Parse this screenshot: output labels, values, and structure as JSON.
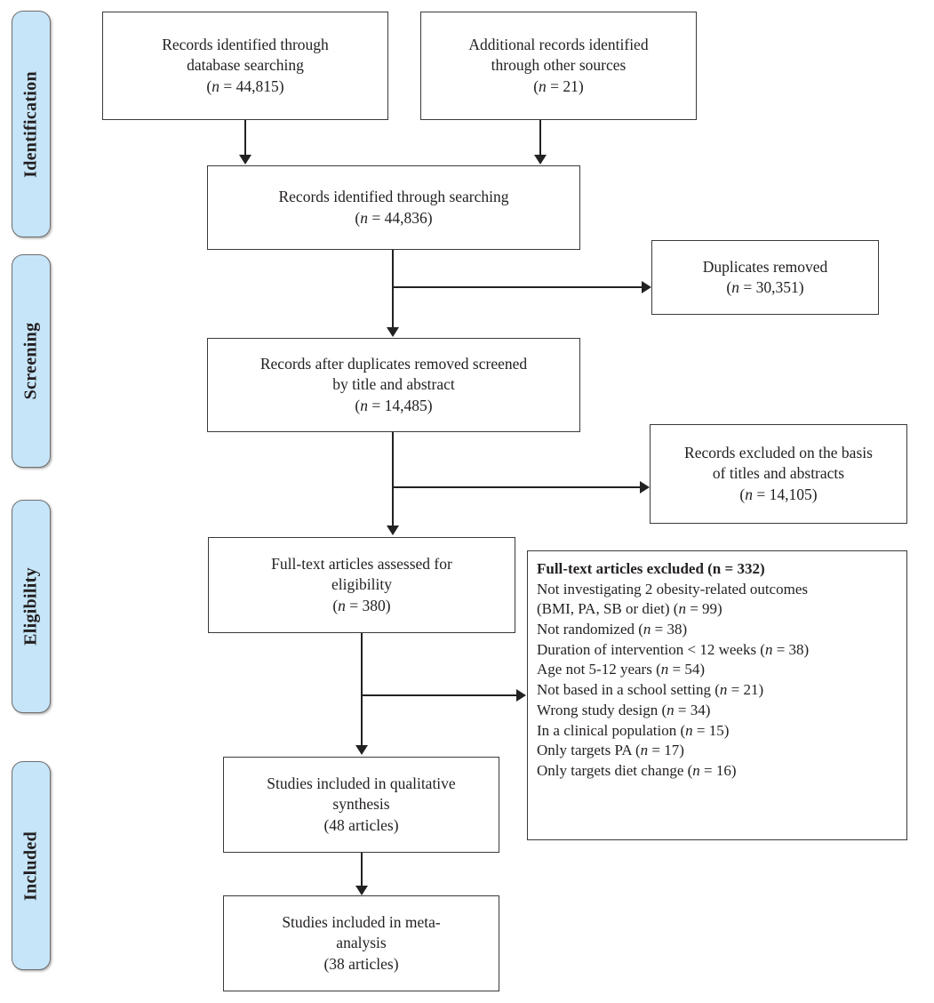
{
  "diagram": {
    "title": "PRISMA flow diagram",
    "accent_color": "#c6e5f8",
    "border_color": "#3a3a3a",
    "connector_color": "#222222"
  },
  "phases": [
    {
      "id": "identification",
      "label": "Identification"
    },
    {
      "id": "screening",
      "label": "Screening"
    },
    {
      "id": "eligibility",
      "label": "Eligibility"
    },
    {
      "id": "included",
      "label": "Included"
    }
  ],
  "boxes": {
    "database_search": {
      "line1": "Records identified through",
      "line2": "database searching",
      "n_prefix": "(",
      "n_symbol": "n",
      "n_value": " = 44,815)"
    },
    "other_sources": {
      "line1": "Additional records identified",
      "line2": "through other sources",
      "n_prefix": "(",
      "n_symbol": "n",
      "n_value": " = 21)"
    },
    "identified_searching": {
      "line1": "Records identified through searching",
      "n_prefix": "(",
      "n_symbol": "n",
      "n_value": " = 44,836)"
    },
    "duplicates_removed": {
      "line1": "Duplicates removed",
      "n_prefix": "(",
      "n_symbol": "n",
      "n_value": " = 30,351)"
    },
    "screened": {
      "line1": "Records after duplicates removed screened",
      "line2": "by title and abstract",
      "n_prefix": "(",
      "n_symbol": "n",
      "n_value": " = 14,485)"
    },
    "excluded_titles": {
      "line1": "Records excluded on the basis",
      "line2": "of titles and abstracts",
      "n_prefix": "(",
      "n_symbol": "n",
      "n_value": " = 14,105)"
    },
    "fulltext_assessed": {
      "line1": "Full-text articles assessed for",
      "line2": "eligibility",
      "n_prefix": "(",
      "n_symbol": "n",
      "n_value": " = 380)"
    },
    "qualitative_synthesis": {
      "line1": "Studies included in qualitative",
      "line2": "synthesis",
      "n_value": "(48 articles)"
    },
    "meta_analysis": {
      "line1": "Studies included in meta-",
      "line2": "analysis",
      "n_value": "(38 articles)"
    }
  },
  "exclusions": {
    "heading": "Full-text articles excluded (n = 332)",
    "items": [
      {
        "text_a": "Not investigating 2 obesity-related outcomes",
        "text_b": "",
        "n_symbol": "",
        "n_value": ""
      },
      {
        "text_a": "(BMI, PA, SB or diet) (",
        "text_b": "",
        "n_symbol": "n",
        "n_value": " = 99)"
      },
      {
        "text_a": "Not randomized (",
        "text_b": "",
        "n_symbol": "n",
        "n_value": " = 38)"
      },
      {
        "text_a": "Duration of intervention < 12 weeks (",
        "text_b": "",
        "n_symbol": "n",
        "n_value": " = 38)"
      },
      {
        "text_a": "Age not 5-12 years (",
        "text_b": "",
        "n_symbol": "n",
        "n_value": " = 54)"
      },
      {
        "text_a": "Not based in a school setting (",
        "text_b": "",
        "n_symbol": "n",
        "n_value": " = 21)"
      },
      {
        "text_a": "Wrong study design (",
        "text_b": "",
        "n_symbol": "n",
        "n_value": " = 34)"
      },
      {
        "text_a": "In a clinical population (",
        "text_b": "",
        "n_symbol": "n",
        "n_value": " = 15)"
      },
      {
        "text_a": "Only targets PA (",
        "text_b": "",
        "n_symbol": "n",
        "n_value": " = 17)"
      },
      {
        "text_a": "Only targets diet change (",
        "text_b": "",
        "n_symbol": "n",
        "n_value": " = 16)"
      }
    ]
  }
}
